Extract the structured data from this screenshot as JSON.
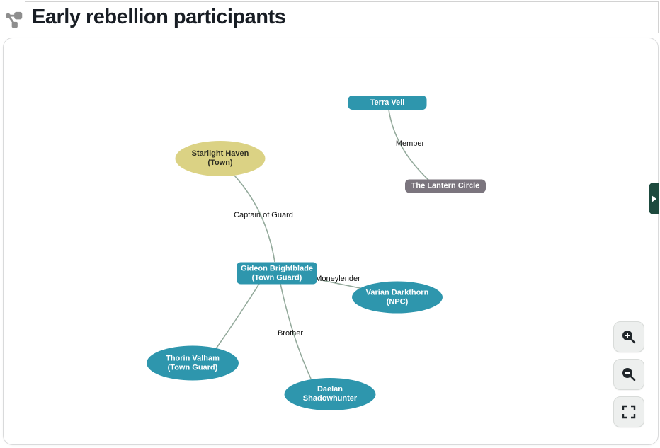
{
  "header": {
    "icon": "graph-icon",
    "title": "Early rebellion participants"
  },
  "graph": {
    "nodes": [
      {
        "label": "Terra Veil",
        "shape": "box",
        "color": "#2E96AD",
        "text_color": "#FFFFFF"
      },
      {
        "label": "The Lantern Circle",
        "shape": "box",
        "color": "#7B757E",
        "text_color": "#FFFFFF"
      },
      {
        "label": "Starlight Haven\n(Town)",
        "shape": "ellipse",
        "color": "#DBD284",
        "text_color": "#2F2F23"
      },
      {
        "label": "Gideon Brightblade\n(Town Guard)",
        "shape": "box",
        "color": "#2E96AD",
        "text_color": "#FFFFFF"
      },
      {
        "label": "Varian Darkthorn\n(NPC)",
        "shape": "ellipse",
        "color": "#2E96AD",
        "text_color": "#FFFFFF"
      },
      {
        "label": "Thorin Valham\n(Town Guard)",
        "shape": "ellipse",
        "color": "#2E96AD",
        "text_color": "#FFFFFF"
      },
      {
        "label": "Daelan\nShadowhunter",
        "shape": "ellipse",
        "color": "#2E96AD",
        "text_color": "#FFFFFF"
      }
    ],
    "edges": [
      {
        "from": "Terra Veil",
        "to": "The Lantern Circle",
        "label": "Member"
      },
      {
        "from": "Starlight Haven (Town)",
        "to": "Gideon Brightblade (Town Guard)",
        "label": "Captain of Guard"
      },
      {
        "from": "Gideon Brightblade (Town Guard)",
        "to": "Varian Darkthorn (NPC)",
        "label": "Moneylender"
      },
      {
        "from": "Gideon Brightblade (Town Guard)",
        "to": "Thorin Valham (Town Guard)",
        "label": ""
      },
      {
        "from": "Gideon Brightblade (Town Guard)",
        "to": "Daelan Shadowhunter",
        "label": "Brother"
      }
    ],
    "edge_color": "#94AA9C"
  },
  "controls": {
    "icons": {
      "zoom_in": "zoom-in-icon",
      "zoom_out": "zoom-out-icon",
      "fullscreen": "fullscreen-icon",
      "expand_panel": "chevron-right-icon"
    }
  },
  "colors": {
    "node_teal": "#2E96AD",
    "node_gray": "#7B757E",
    "node_khaki": "#DBD284",
    "edge": "#94AA9C",
    "tab_green": "#1D4A3E",
    "title_text": "#181D24",
    "button_bg": "#EDEFEE"
  }
}
